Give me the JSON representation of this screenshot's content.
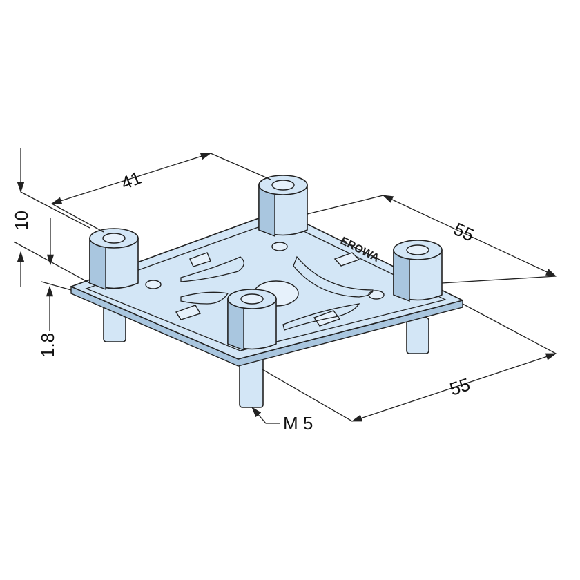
{
  "drawing": {
    "brand_engraving": "EROWA",
    "dimensions": {
      "width_top": "55",
      "width_bottom": "55",
      "pin_spacing": "41",
      "nut_height": "10",
      "plate_thickness": "1.8",
      "thread": "M 5"
    },
    "colors": {
      "part_fill": "#d3e6f6",
      "outline": "#222222"
    }
  }
}
